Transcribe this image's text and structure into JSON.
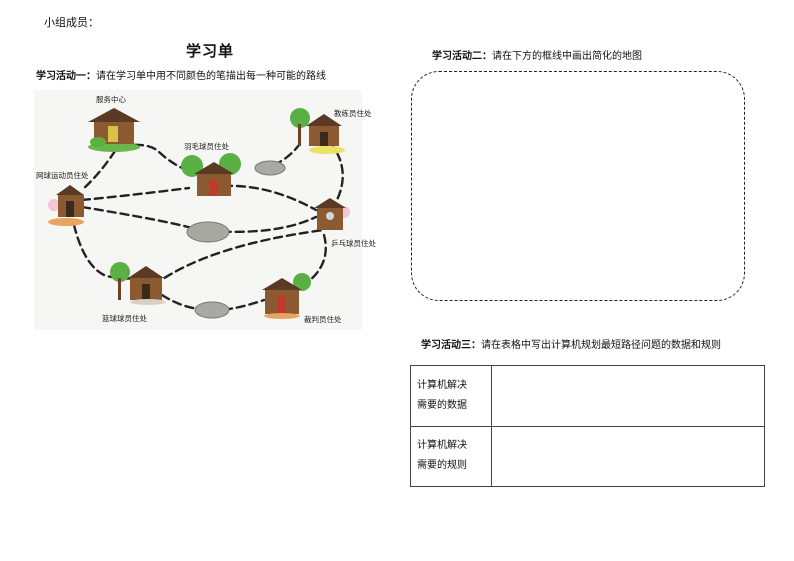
{
  "header": {
    "members_label": "小组成员：",
    "title": "学习单"
  },
  "activity1": {
    "label": "学习活动一：",
    "text": "请在学习单中用不同颜色的笔描出每一种可能的路线"
  },
  "activity2": {
    "label": "学习活动二：",
    "text": "请在下方的框线中画出简化的地图"
  },
  "activity3": {
    "label": "学习活动三：",
    "text": "请在表格中写出计算机规划最短路径问题的数据和规则"
  },
  "map": {
    "locations": {
      "service": "服务中心",
      "coach": "教练员住处",
      "badminton": "羽毛球员住处",
      "tennis": "网球运动员住处",
      "pingpong": "乒乓球员住处",
      "basketball": "篮球球员住处",
      "referee": "裁判员住处"
    }
  },
  "table": {
    "rows": [
      {
        "header": "计算机解决需要的数据",
        "value": ""
      },
      {
        "header": "计算机解决需要的规则",
        "value": ""
      }
    ]
  }
}
